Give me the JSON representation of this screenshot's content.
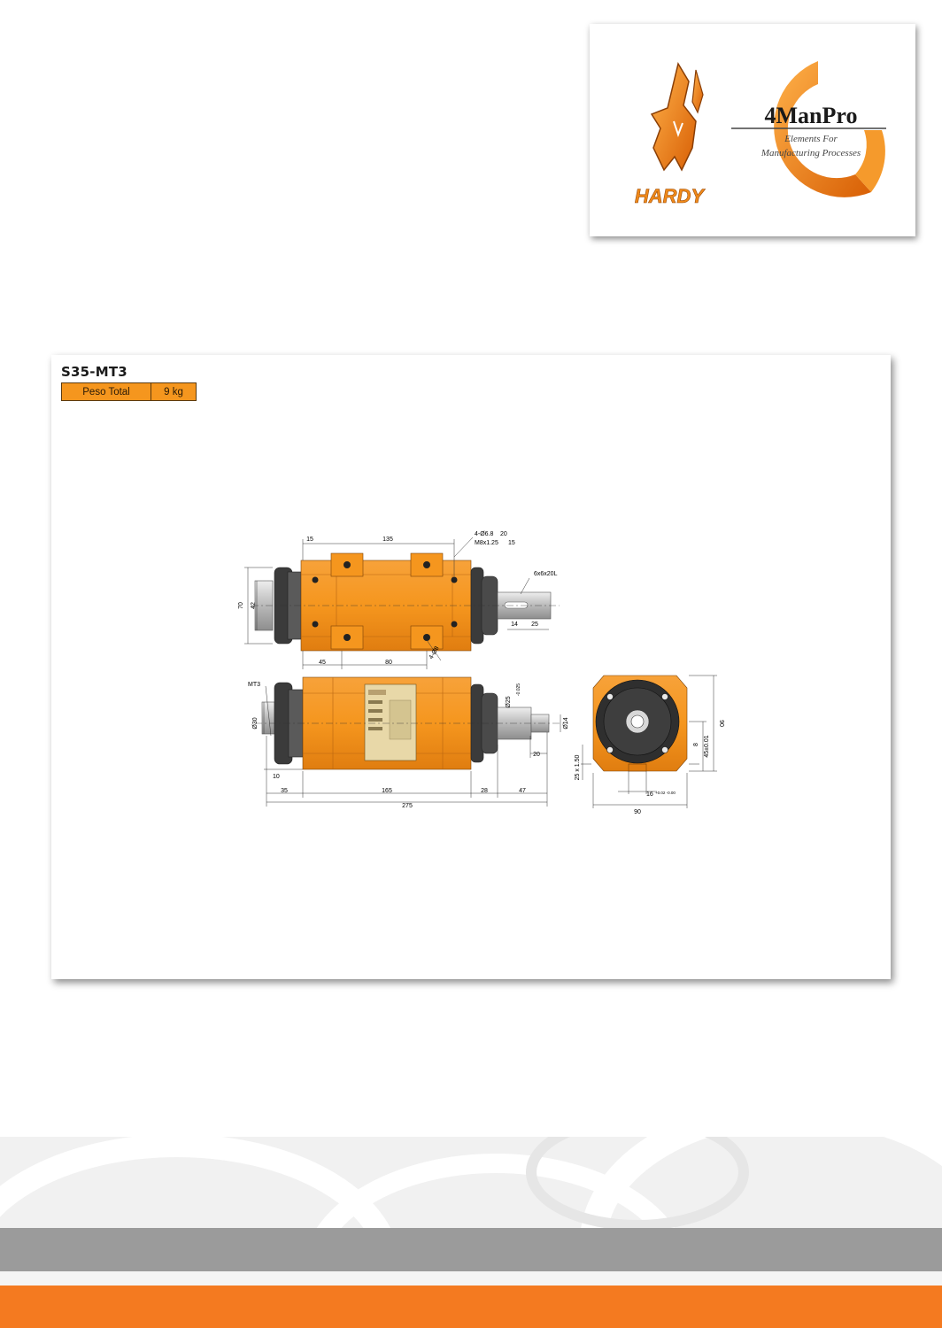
{
  "logos": {
    "hardy": "HARDY",
    "brand": "4ManPro",
    "tagline_1": "Elements For",
    "tagline_2": "Manufacturing Processes"
  },
  "product": {
    "model": "S35-MT3",
    "weight_label": "Peso Total",
    "weight_value": "9 kg"
  },
  "drawing": {
    "top_view": {
      "dim_15_top": "15",
      "dim_135": "135",
      "dim_holes": "4-Ø6.8",
      "dim_20": "20",
      "dim_thread": "M8x1.25",
      "dim_15_right": "15",
      "dim_key": "6x6x20L",
      "dim_70": "70",
      "dim_42": "42",
      "dim_14": "14",
      "dim_25": "25",
      "dim_45": "45",
      "dim_80": "80",
      "dim_48": "4-Ø8"
    },
    "side_view": {
      "dim_mt3": "MT3",
      "dim_d30": "Ø30",
      "dim_d25": "Ø25",
      "dim_tol": "-0.025",
      "dim_d14": "Ø14",
      "dim_10": "10",
      "dim_20": "20",
      "dim_35": "35",
      "dim_165": "165",
      "dim_28": "28",
      "dim_47": "47",
      "dim_275": "275"
    },
    "end_view": {
      "dim_90_right": "90",
      "dim_45": "45±0.01",
      "dim_8": "8",
      "dim_2515": "25 x 1.50",
      "dim_16": "16",
      "dim_16_tol": "+0.02 -0.00",
      "dim_90_bottom": "90"
    }
  },
  "colors": {
    "orange": "#f5961e",
    "dark_orange": "#e07d10",
    "grey_band": "#9b9b9b",
    "footer_orange": "#f47a20"
  }
}
